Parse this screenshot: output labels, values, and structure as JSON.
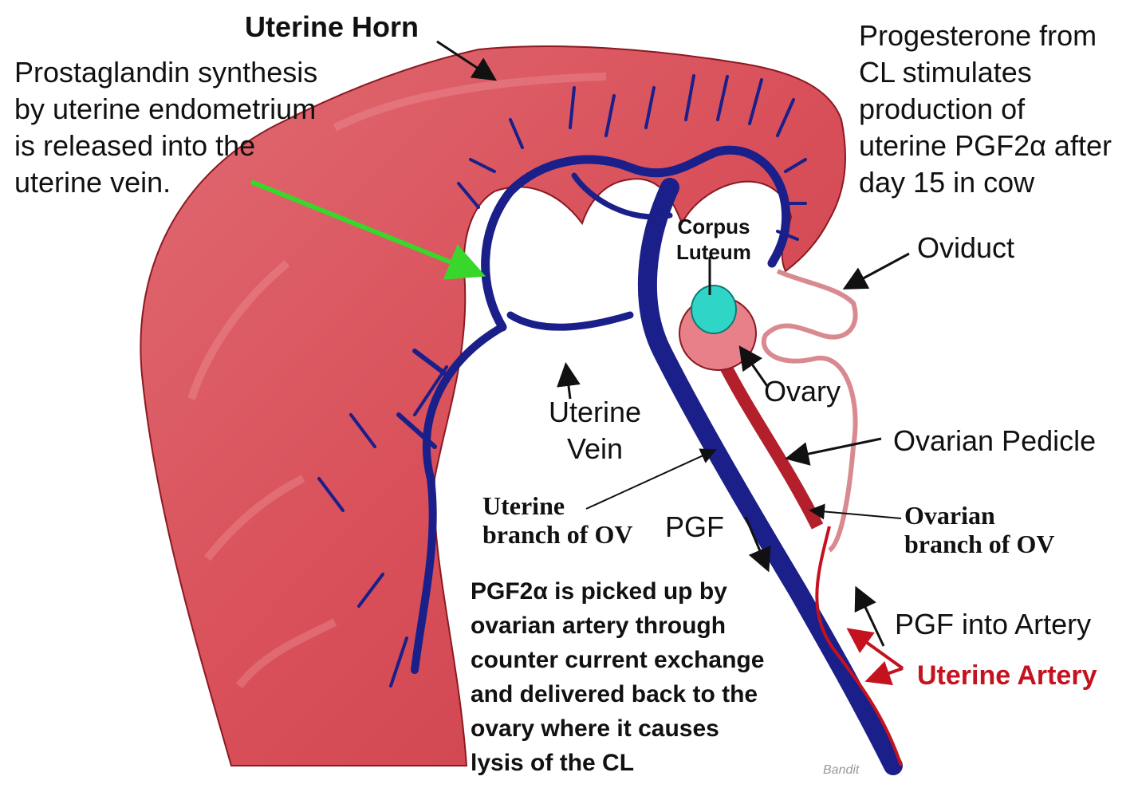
{
  "colors": {
    "uterus": "#d9505a",
    "uterus_dark": "#8a1a22",
    "vein": "#1a1f8a",
    "corpus_luteum": "#2fd6c8",
    "ovary": "#e8808a",
    "green_arrow": "#39d62b",
    "artery_label": "#c4121f"
  },
  "labels": {
    "uterine_horn": "Uterine Horn",
    "prostaglandin_synthesis": [
      "Prostaglandin synthesis",
      "by uterine endometrium",
      "is released into the",
      "uterine vein."
    ],
    "progesterone": [
      "Progesterone from",
      "CL stimulates",
      "production of",
      "uterine PGF2α after",
      "day 15 in cow"
    ],
    "oviduct": "Oviduct",
    "corpus_luteum": [
      "Corpus",
      "Luteum"
    ],
    "ovary": "Ovary",
    "uterine_vein": [
      "Uterine",
      "Vein"
    ],
    "ovarian_pedicle": "Ovarian Pedicle",
    "uterine_branch": [
      "Uterine",
      "branch of OV"
    ],
    "pgf": "PGF",
    "ovarian_branch": [
      "Ovarian",
      "branch of OV"
    ],
    "pgf_pickup": [
      "PGF2α is picked up by",
      "ovarian artery through",
      "counter current exchange",
      "and delivered back to the",
      "ovary where it causes",
      "lysis of the CL"
    ],
    "pgf_into_artery": "PGF into Artery",
    "uterine_artery": "Uterine Artery",
    "signature": "Bandit"
  }
}
